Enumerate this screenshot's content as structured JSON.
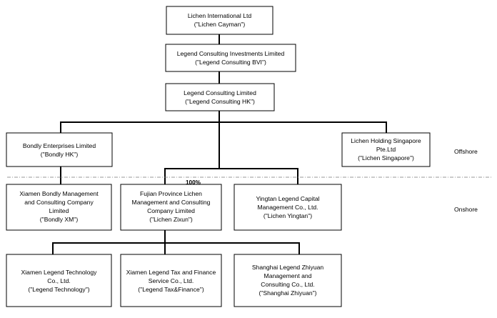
{
  "diagram": {
    "nodes": [
      {
        "id": "cayman",
        "lines": [
          "Lichen International Ltd",
          "(\"Lichen Cayman\")"
        ]
      },
      {
        "id": "bvi",
        "lines": [
          "Legend Consulting Investments Limited",
          "(\"Legend Consulting BVI\")"
        ]
      },
      {
        "id": "hk",
        "lines": [
          "Legend Consulting Limited",
          "(\"Legend Consulting HK\")"
        ]
      },
      {
        "id": "bondly_hk",
        "lines": [
          "Bondly Enterprises Limited",
          "(\"Bondly HK\")"
        ]
      },
      {
        "id": "lichen_sg",
        "lines": [
          "Lichen Holding Singapore",
          "Pte.Ltd",
          "(\"Lichen Singapore\")"
        ]
      },
      {
        "id": "bondly_xm",
        "lines": [
          "Xiamen Bondly Management",
          "and Consulting Company",
          "Limited",
          "(\"Bondly XM\")"
        ]
      },
      {
        "id": "zixun",
        "lines": [
          "Fujian Province Lichen",
          "Management and Consulting",
          "Company Limited",
          "(\"Lichen Zixun\")"
        ]
      },
      {
        "id": "yingtan",
        "lines": [
          "Yingtan Legend Capital",
          "Management Co., Ltd.",
          "(\"Lichen Yingtan\")"
        ]
      },
      {
        "id": "tech",
        "lines": [
          "Xiamen Legend Technology",
          "Co., Ltd.",
          "(\"Legend Technology\")"
        ]
      },
      {
        "id": "tax",
        "lines": [
          "Xiamen Legend Tax and Finance",
          "Service Co., Ltd.",
          "(\"Legend Tax&Finance\")"
        ]
      },
      {
        "id": "zhiyuan",
        "lines": [
          "Shanghai Legend Zhiyuan",
          "Management and",
          "Consulting Co., Ltd.",
          "(\"Shanghai Zhiyuan\")"
        ]
      }
    ],
    "edges": [
      [
        "cayman",
        "bvi"
      ],
      [
        "bvi",
        "hk"
      ],
      [
        "hk",
        "bondly_hk"
      ],
      [
        "hk",
        "lichen_sg"
      ],
      [
        "hk",
        "zixun"
      ],
      [
        "hk",
        "yingtan"
      ],
      [
        "bondly_hk",
        "bondly_xm"
      ],
      [
        "zixun",
        "tech"
      ],
      [
        "zixun",
        "tax"
      ],
      [
        "zixun",
        "zhiyuan"
      ]
    ],
    "ownership_label": "100%",
    "regions": {
      "offshore": "Offshore",
      "onshore": "Onshore"
    }
  }
}
